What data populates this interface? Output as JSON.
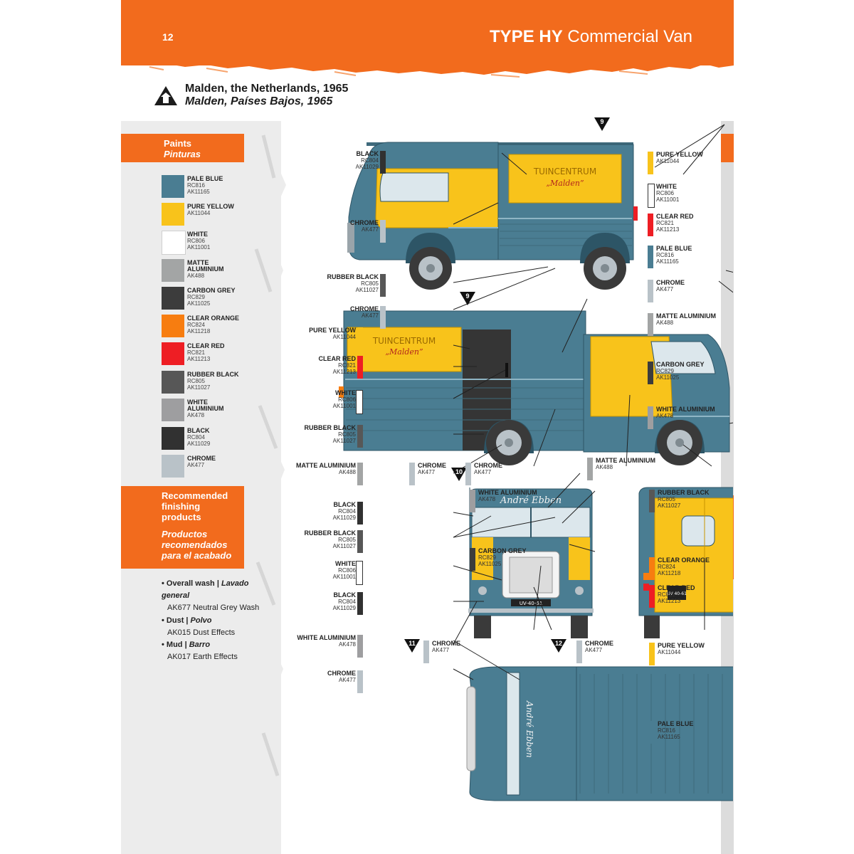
{
  "header": {
    "page_number": "12",
    "title_bold": "TYPE HY",
    "title_rest": "Commercial Van"
  },
  "location": {
    "title_en": "Malden, the Netherlands, 1965",
    "title_es": "Malden, Países Bajos, 1965"
  },
  "paints_heading": {
    "en": "Paints",
    "es": "Pinturas"
  },
  "paints": [
    {
      "name": "PALE BLUE",
      "codes": [
        "RC816",
        "AK11165"
      ],
      "color": "#4a7d92"
    },
    {
      "name": "PURE YELLOW",
      "codes": [
        "AK11044"
      ],
      "color": "#f8c31b"
    },
    {
      "name": "WHITE",
      "codes": [
        "RC806",
        "AK11001"
      ],
      "color": "#ffffff"
    },
    {
      "name": "MATTE ALUMINIUM",
      "codes": [
        "AK488"
      ],
      "color": "#a3a5a5"
    },
    {
      "name": "CARBON GREY",
      "codes": [
        "RC829",
        "AK11025"
      ],
      "color": "#3c3c3c"
    },
    {
      "name": "CLEAR ORANGE",
      "codes": [
        "RC824",
        "AK11218"
      ],
      "color": "#f77d10"
    },
    {
      "name": "CLEAR RED",
      "codes": [
        "RC821",
        "AK11213"
      ],
      "color": "#ee1e24"
    },
    {
      "name": "RUBBER BLACK",
      "codes": [
        "RC805",
        "AK11027"
      ],
      "color": "#575757"
    },
    {
      "name": "WHITE ALUMINIUM",
      "codes": [
        "AK478"
      ],
      "color": "#9e9ea0"
    },
    {
      "name": "BLACK",
      "codes": [
        "RC804",
        "AK11029"
      ],
      "color": "#313131"
    },
    {
      "name": "CHROME",
      "codes": [
        "AK477"
      ],
      "color": "#b9c2c8"
    }
  ],
  "recommended": {
    "heading_en": "Recommended finishing products",
    "heading_es": "Productos recomendados para el acabado",
    "items": [
      {
        "title": "Overall wash |",
        "title_es": "Lavado general",
        "product": "AK677 Neutral Grey Wash"
      },
      {
        "title": "Dust |",
        "title_es": "Polvo",
        "product": "AK015 Dust Effects"
      },
      {
        "title": "Mud |",
        "title_es": "Barro",
        "product": "AK017 Earth Effects"
      }
    ]
  },
  "van_text": {
    "sign_main": "TUINCENTRUM",
    "sign_sub": "„Malden”",
    "front_name": "André Ebben",
    "front_plate": "UV-40-61",
    "rear_plate": "UV 40-61"
  },
  "markers": [
    "9",
    "9",
    "10",
    "11",
    "12"
  ],
  "callouts": [
    {
      "side": "l",
      "name": "BLACK",
      "codes": [
        "RC804",
        "AK11029"
      ],
      "color": "#313131"
    },
    {
      "side": "l",
      "name": "CHROME",
      "codes": [
        "AK477"
      ],
      "color": "#b9c2c8"
    },
    {
      "side": "l",
      "name": "RUBBER BLACK",
      "codes": [
        "RC805",
        "AK11027"
      ],
      "color": "#575757"
    },
    {
      "side": "l",
      "name": "CHROME",
      "codes": [
        "AK477"
      ],
      "color": "#b9c2c8"
    },
    {
      "side": "r",
      "name": "PURE YELLOW",
      "codes": [
        "AK11044"
      ],
      "color": "#f8c31b"
    },
    {
      "side": "r",
      "name": "WHITE",
      "codes": [
        "RC806",
        "AK11001"
      ],
      "color": "#ffffff"
    },
    {
      "side": "r",
      "name": "CLEAR RED",
      "codes": [
        "RC821",
        "AK11213"
      ],
      "color": "#ee1e24"
    },
    {
      "side": "r",
      "name": "PALE BLUE",
      "codes": [
        "RC816",
        "AK11165"
      ],
      "color": "#4a7d92"
    },
    {
      "side": "r",
      "name": "CHROME",
      "codes": [
        "AK477"
      ],
      "color": "#b9c2c8"
    },
    {
      "side": "r",
      "name": "MATTE ALUMINIUM",
      "codes": [
        "AK488"
      ],
      "color": "#a3a5a5"
    },
    {
      "side": "l",
      "name": "PURE YELLOW",
      "codes": [
        "AK11044"
      ],
      "color": "#f8c31b"
    },
    {
      "side": "l",
      "name": "CLEAR RED",
      "codes": [
        "RC821",
        "AK11213"
      ],
      "color": "#ee1e24"
    },
    {
      "side": "l",
      "name": "WHITE",
      "codes": [
        "RC806",
        "AK11001"
      ],
      "color": "#ffffff"
    },
    {
      "side": "l",
      "name": "RUBBER BLACK",
      "codes": [
        "RC805",
        "AK11027"
      ],
      "color": "#575757"
    },
    {
      "side": "l",
      "name": "MATTE ALUMINIUM",
      "codes": [
        "AK488"
      ],
      "color": "#a3a5a5"
    },
    {
      "side": "r",
      "name": "CHROME",
      "codes": [
        "AK477"
      ],
      "color": "#b9c2c8"
    },
    {
      "side": "r",
      "name": "CHROME",
      "codes": [
        "AK477"
      ],
      "color": "#b9c2c8"
    },
    {
      "side": "r",
      "name": "MATTE ALUMINIUM",
      "codes": [
        "AK488"
      ],
      "color": "#a3a5a5"
    },
    {
      "side": "r",
      "name": "CARBON GREY",
      "codes": [
        "RC829",
        "AK11025"
      ],
      "color": "#3c3c3c"
    },
    {
      "side": "r",
      "name": "WHITE ALUMINIUM",
      "codes": [
        "AK478"
      ],
      "color": "#9e9ea0"
    },
    {
      "side": "l",
      "name": "BLACK",
      "codes": [
        "RC804",
        "AK11029"
      ],
      "color": "#313131"
    },
    {
      "side": "l",
      "name": "RUBBER BLACK",
      "codes": [
        "RC805",
        "AK11027"
      ],
      "color": "#575757"
    },
    {
      "side": "l",
      "name": "WHITE",
      "codes": [
        "RC806",
        "AK11001"
      ],
      "color": "#ffffff"
    },
    {
      "side": "l",
      "name": "BLACK",
      "codes": [
        "RC804",
        "AK11029"
      ],
      "color": "#313131"
    },
    {
      "side": "l",
      "name": "WHITE ALUMINIUM",
      "codes": [
        "AK478"
      ],
      "color": "#9e9ea0"
    },
    {
      "side": "r",
      "name": "WHITE ALUMINIUM",
      "codes": [
        "AK478"
      ],
      "color": "#9e9ea0"
    },
    {
      "side": "r",
      "name": "CARBON GREY",
      "codes": [
        "RC829",
        "AK11025"
      ],
      "color": "#3c3c3c"
    },
    {
      "side": "r",
      "name": "CHROME",
      "codes": [
        "AK477"
      ],
      "color": "#b9c2c8"
    },
    {
      "side": "r",
      "name": "RUBBER BLACK",
      "codes": [
        "RC805",
        "AK11027"
      ],
      "color": "#575757"
    },
    {
      "side": "r",
      "name": "CLEAR ORANGE",
      "codes": [
        "RC824",
        "AK11218"
      ],
      "color": "#f77d10"
    },
    {
      "side": "r",
      "name": "CLEAR RED",
      "codes": [
        "RC821",
        "AK11213"
      ],
      "color": "#ee1e24"
    },
    {
      "side": "r",
      "name": "CHROME",
      "codes": [
        "AK477"
      ],
      "color": "#b9c2c8"
    },
    {
      "side": "r",
      "name": "PURE YELLOW",
      "codes": [
        "AK11044"
      ],
      "color": "#f8c31b"
    },
    {
      "side": "l",
      "name": "CHROME",
      "codes": [
        "AK477"
      ],
      "color": "#b9c2c8"
    },
    {
      "side": "r",
      "name": "PALE BLUE",
      "codes": [
        "RC816",
        "AK11165"
      ],
      "color": "#4a7d92"
    }
  ]
}
